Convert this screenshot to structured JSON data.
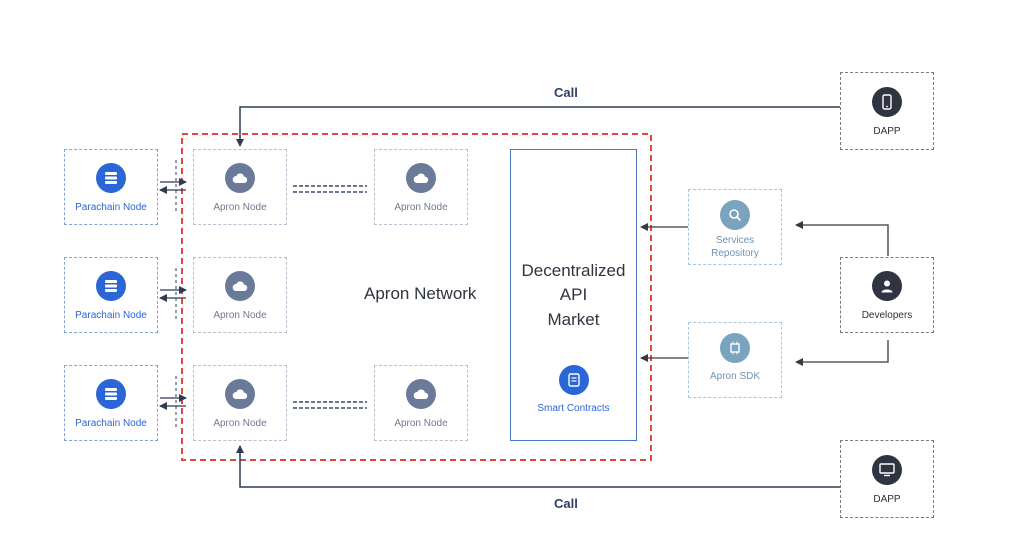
{
  "network": {
    "label": "Apron Network"
  },
  "parachains": [
    {
      "label": "Parachain Node"
    },
    {
      "label": "Parachain Node"
    },
    {
      "label": "Parachain Node"
    }
  ],
  "nodes": [
    {
      "label": "Apron Node"
    },
    {
      "label": "Apron Node"
    },
    {
      "label": "Apron Node"
    },
    {
      "label": "Apron Node"
    },
    {
      "label": "Apron Node"
    }
  ],
  "market": {
    "line1": "Decentralized",
    "line2": "API",
    "line3": "Market",
    "contracts_label": "Smart Contracts"
  },
  "services_repository": {
    "line1": "Services",
    "line2": "Repository"
  },
  "sdk": {
    "label": "Apron SDK"
  },
  "developers": {
    "label": "Developers"
  },
  "dapps": [
    {
      "label": "DAPP"
    },
    {
      "label": "DAPP"
    }
  ],
  "calls": [
    {
      "label": "Call"
    },
    {
      "label": "Call"
    }
  ],
  "colors": {
    "network_border": "#e8453c",
    "primary_blue": "#2b66d6",
    "node_icon": "#6b7a99",
    "service_icon": "#7aa3bd",
    "dark_icon": "#2f3440",
    "arrow": "#2f3b55"
  }
}
